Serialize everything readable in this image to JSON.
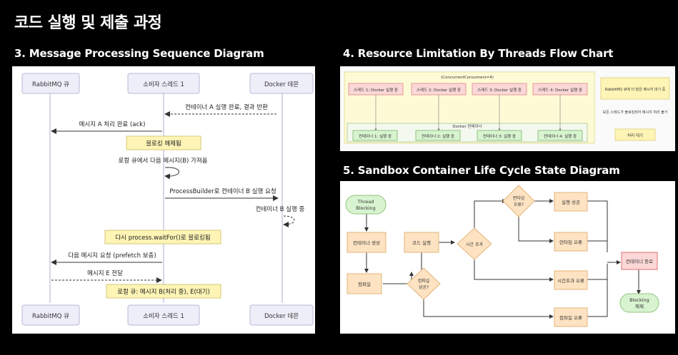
{
  "page": {
    "title": "코드 실행 및 제출 과정"
  },
  "sections": {
    "s3": "3. Message Processing Sequence Diagram",
    "s4": "4. Resource Limitation By Threads Flow Chart",
    "s5": "5. Sandbox Container Life Cycle State Diagram"
  },
  "seq": {
    "actors": [
      "RabbitMQ 큐",
      "소비자 스레드 1",
      "Docker 데몬"
    ],
    "messages": [
      "컨테이너 A 실행 완료, 결과 반환",
      "메시지 A 처리 완료 (ack)",
      "로컬 큐에서 다음 메시지(B) 가져옴",
      "ProcessBuilder로 컨테이너 B 실행 요청",
      "컨테이너 B 실행 중",
      "다음 메시지 요청 (prefetch 보충)",
      "메시지 E 전달"
    ],
    "notes": [
      "블로킹 해제됨",
      "다시 process.waitFor()로 블로킹됨",
      "로컬 큐: 메시지 B(처리 중), E(대기)"
    ]
  },
  "threads": {
    "group_label": "(ConcurrentConsumers=4)",
    "threads": [
      "스레드 1: Docker 실행 중",
      "스레드 2: Docker 실행 중",
      "스레드 3: Docker 실행 중",
      "스레드 4: Docker 실행 중"
    ],
    "docker_label": "Docker 컨테이너",
    "containers": [
      "컨테이너 1: 실행 중",
      "컨테이너 2: 실행 중",
      "컨테이너 3: 실행 중",
      "컨테이너 4: 실행 중"
    ],
    "side_box1": "RabbitMQ 큐에 더 많은 메시지 대기 중",
    "side_text": "모든 스레드가 블로킹되어 메시지 처리 불가",
    "side_box2": "처리 대기"
  },
  "lifecycle": {
    "start": "Thread Blocking",
    "create": "컨테이너 생성",
    "code_exec": "코드 실행",
    "timeout": "시간 초과",
    "runtime_q": "런타임 오류?",
    "success": "실행 성공",
    "runtime_err": "런타임 오류",
    "timeout_err": "시간초과 오류",
    "compile": "컴파일",
    "compile_q": "컴파일 성공?",
    "compile_err": "컴파일 오류",
    "end": "컨테이너 종료",
    "release": "Blocking 해제"
  },
  "colors": {
    "note_fill": "#fdf4b5",
    "red_fill": "#fbd7d7",
    "green_fill": "#d8f3cf",
    "orange_fill": "#fde3c2",
    "yellow_group": "#fdfbd6"
  }
}
